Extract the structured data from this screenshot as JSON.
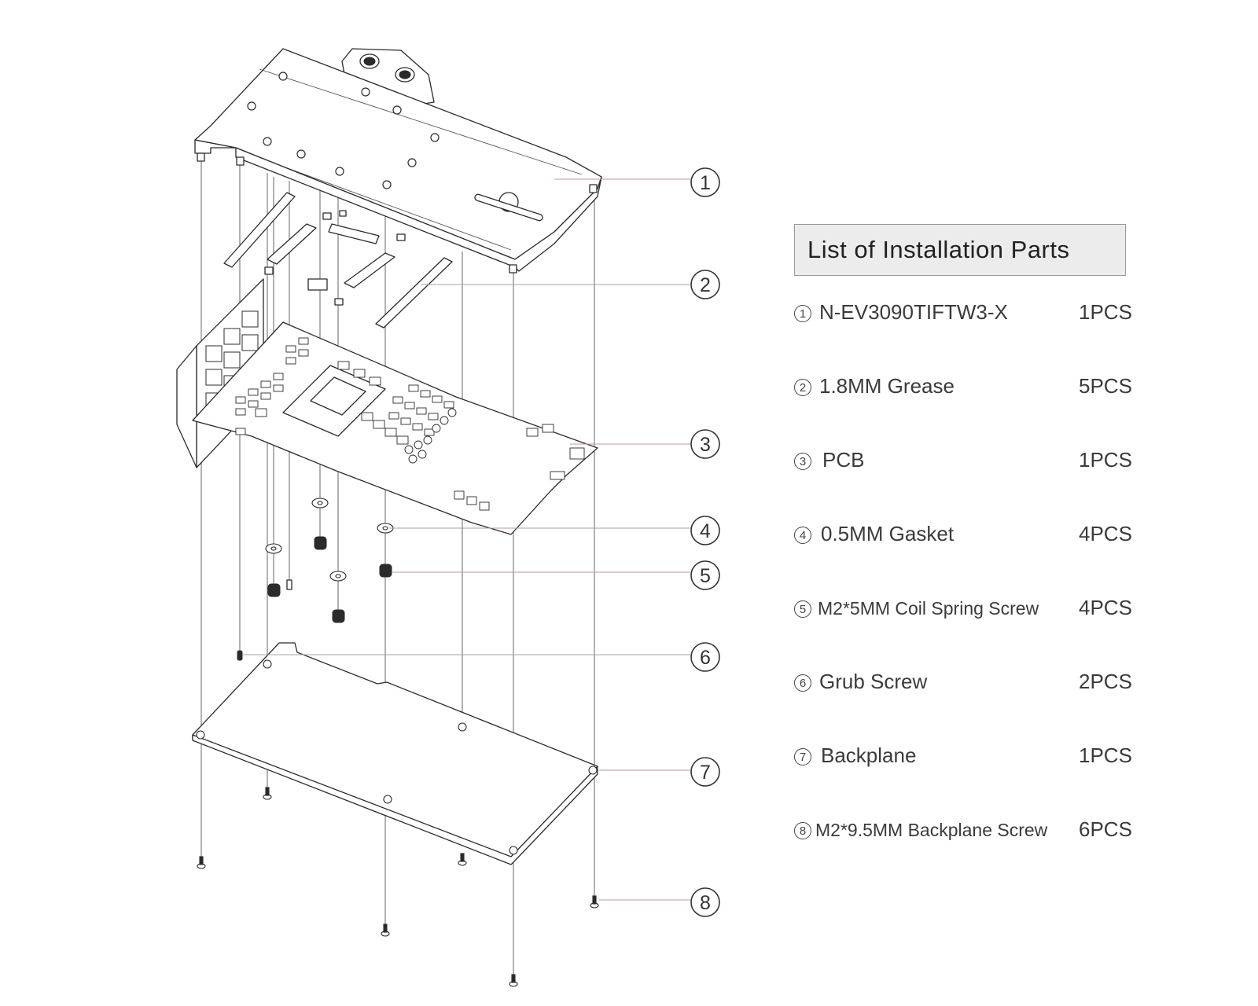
{
  "title": "List of Installation Parts",
  "parts": [
    {
      "num": "1",
      "name": "N-EV3090TIFTW3-X",
      "qty": "1PCS"
    },
    {
      "num": "2",
      "name": "1.8MM Grease",
      "qty": "5PCS"
    },
    {
      "num": "3",
      "name": "PCB",
      "qty": "1PCS"
    },
    {
      "num": "4",
      "name": "0.5MM Gasket",
      "qty": "4PCS"
    },
    {
      "num": "5",
      "name": "M2*5MM Coil Spring Screw",
      "qty": "4PCS"
    },
    {
      "num": "6",
      "name": "Grub Screw",
      "qty": "2PCS"
    },
    {
      "num": "7",
      "name": "Backplane",
      "qty": "1PCS"
    },
    {
      "num": "8",
      "name": "M2*9.5MM Backplane Screw",
      "qty": "6PCS"
    }
  ],
  "callouts": [
    "1",
    "2",
    "3",
    "4",
    "5",
    "6",
    "7",
    "8"
  ],
  "colors": {
    "leader_line": "#b79aa6",
    "header_bg": "#ececec",
    "outline": "#2b2b2b"
  }
}
